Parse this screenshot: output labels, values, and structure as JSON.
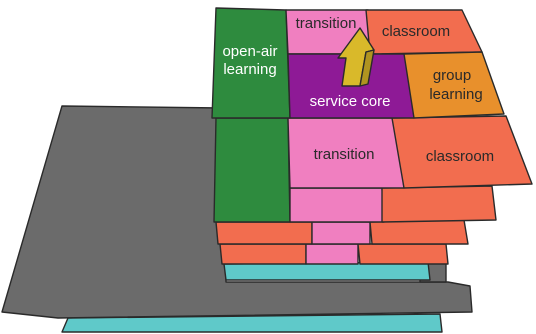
{
  "diagram": {
    "labels": {
      "open_air_learning_line1": "open-air",
      "open_air_learning_line2": "learning",
      "transition_top": "transition",
      "classroom_top": "classroom",
      "group_learning_line1": "group",
      "group_learning_line2": "learning",
      "service_core": "service core",
      "transition_mid": "transition",
      "classroom_mid": "classroom"
    },
    "colors": {
      "outline": "#2a2a2a",
      "green": "#2e8b3e",
      "pink": "#f07fc0",
      "coral": "#f26d4f",
      "purple": "#8e1a96",
      "orange": "#e8902c",
      "yellow": "#d9b92a",
      "gray": "#6b6b6b",
      "cyan": "#5fc9c9"
    },
    "icons": {
      "circulation_arrow": "upward-arrow-icon"
    }
  }
}
